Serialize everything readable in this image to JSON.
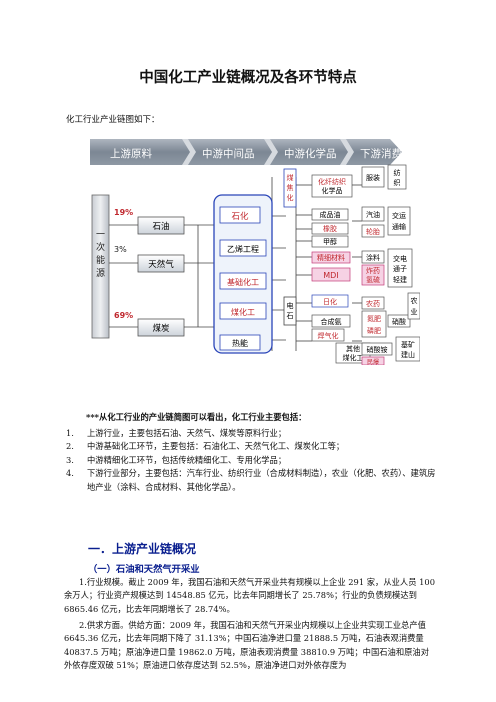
{
  "doc": {
    "title": "中国化工产业链概况及各环节特点",
    "intro": "化工行业产业链图如下：",
    "note": "***从化工行业的产业链简图可以看出，化工行业主要包括：",
    "items": [
      {
        "num": "1.",
        "text": "上游行业，主要包括石油、天然气、煤炭等原料行业；"
      },
      {
        "num": "2.",
        "text": "中游基础化工环节，主要包括：石油化工、天然气化工、煤炭化工等；"
      },
      {
        "num": "3.",
        "text": "中游精细化工环节，包括传统精细化工、专用化学品；"
      },
      {
        "num": "4.",
        "text": "下游行业部分，主要包括：汽车行业、纺织行业（合成材料制造），农业（化肥、农药）、建筑房地产业（涂料、合成材料、其他化学品）。"
      }
    ],
    "section1": "一．上游产业链概况",
    "subsection1": "（一）石油和天然气开采业",
    "para1": "1.行业规模。截止 2009 年，我国石油和天然气开采业共有规模以上企业 291 家，从业人员 100 余万人；行业资产规模达到 14548.85 亿元，比去年同期增长了 25.78%；行业的负债规模达到 6865.46 亿元，比去年同期增长了 28.74%。",
    "para2": "2.供求方面。供给方面：2009 年，我国石油和天然气开采业内规模以上企业共实现工业总产值 6645.36 亿元，比去年同期下降了 31.13%；中国石油净进口量 21888.5 万吨，石油表观消费量 40837.5 万吨；原油净进口量 19862.0 万吨，原油表观消费量 38810.9 万吨；中国石油和原油对外依存度双破 51%；原油进口依存度达到 52.5%，原油净进口对外依存度为"
  },
  "diagram": {
    "stages": [
      "上游原料",
      "中游中间品",
      "中游化学品",
      "下游消费品"
    ],
    "energy_label": "一次能源",
    "pct_oil": "19%",
    "pct_gas": "3%",
    "pct_coal": "69%",
    "sources": [
      "石油",
      "天然气",
      "煤炭"
    ],
    "mid": [
      "石化",
      "乙烯工程",
      "基础化工",
      "煤化工",
      "热能"
    ],
    "coking": "煤焦化",
    "electric": "电石",
    "products": [
      "化纤纺织化学品",
      "成品油",
      "橡胶",
      "甲醇",
      "精细材料",
      "MDI",
      "日化",
      "合成氨",
      "焊气化",
      "其他煤化工"
    ],
    "products2": [
      "涂料",
      "炸药氢硫",
      "农药",
      "氮肥",
      "磷肥",
      "硝酸铵",
      "民爆"
    ],
    "consumers": [
      "服装",
      "汽油",
      "轮胎",
      "交通运输",
      "交电通子",
      "轻建工材",
      "农业",
      "基础建设",
      "纺织"
    ]
  }
}
